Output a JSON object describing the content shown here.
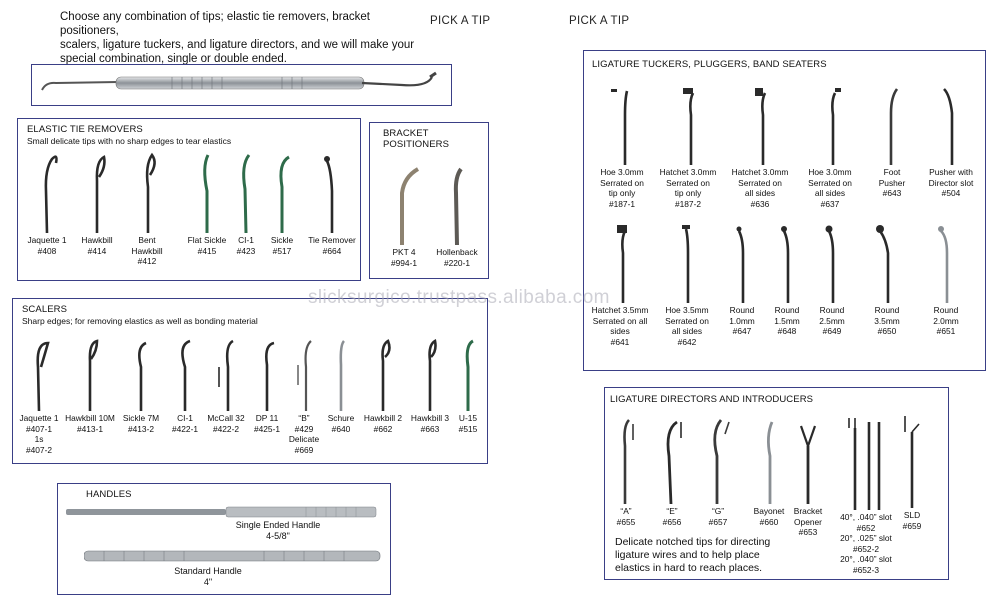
{
  "intro": {
    "lines": [
      "Choose any combination of tips; elastic tie removers, bracket positioners,",
      "scalers, ligature tuckers, and ligature directors,  and we will make your",
      "special combination, single or double ended."
    ]
  },
  "pick_a_tip": [
    "PICK A TIP",
    "PICK A TIP"
  ],
  "watermark": "slicksurgico.trustpass.alibaba.com",
  "elastic": {
    "title": "ELASTIC TIE REMOVERS",
    "subtitle": "Small delicate tips with no sharp edges to tear elastics",
    "items": [
      {
        "name": "Jaquette 1",
        "code": "#408"
      },
      {
        "name": "Hawkbill",
        "code": "#414"
      },
      {
        "name": "Bent",
        "name2": "Hawkbill",
        "code": "#412"
      },
      {
        "name": "Flat Sickle",
        "code": "#415"
      },
      {
        "name": "CI-1",
        "code": "#423"
      },
      {
        "name": "Sickle",
        "code": "#517"
      },
      {
        "name": "Tie Remover",
        "code": "#664"
      }
    ]
  },
  "bracket": {
    "title": "BRACKET POSITIONERS",
    "items": [
      {
        "name": "PKT 4",
        "code": "#994-1"
      },
      {
        "name": "Hollenback",
        "code": "#220-1"
      }
    ]
  },
  "scalers": {
    "title": "SCALERS",
    "subtitle": "Sharp edges; for removing elastics as well as bonding material",
    "items": [
      {
        "l1": "Jaquette 1",
        "l2": "#407-1",
        "l3": "1s",
        "l4": "#407-2"
      },
      {
        "l1": "Hawkbill 10M",
        "l2": "#413-1"
      },
      {
        "l1": "Sickle 7M",
        "l2": "#413-2"
      },
      {
        "l1": "CI-1",
        "l2": "#422-1"
      },
      {
        "l1": "McCall 32",
        "l2": "#422-2"
      },
      {
        "l1": "DP 11",
        "l2": "#425-1"
      },
      {
        "l1": "“B”",
        "l2": "#429",
        "l3": "Delicate",
        "l4": "#669"
      },
      {
        "l1": "Schure",
        "l2": "#640"
      },
      {
        "l1": "Hawkbill 2",
        "l2": "#662"
      },
      {
        "l1": "Hawkbill 3",
        "l2": "#663"
      },
      {
        "l1": "U-15",
        "l2": "#515"
      }
    ]
  },
  "handles": {
    "title": "HANDLES",
    "single": {
      "l1": "Single Ended Handle",
      "l2": "4-5/8\""
    },
    "standard": {
      "l1": "Standard Handle",
      "l2": "4\""
    }
  },
  "tuckers": {
    "title": "LIGATURE TUCKERS, PLUGGERS, BAND SEATERS",
    "row1": [
      {
        "l1": "Hoe 3.0mm",
        "l2": "Serrated on",
        "l3": "tip only",
        "l4": "#187-1"
      },
      {
        "l1": "Hatchet 3.0mm",
        "l2": "Serrated on",
        "l3": "tip only",
        "l4": "#187-2"
      },
      {
        "l1": "Hatchet 3.0mm",
        "l2": "Serrated on",
        "l3": "all sides",
        "l4": "#636"
      },
      {
        "l1": "Hoe 3.0mm",
        "l2": "Serrated on",
        "l3": "all sides",
        "l4": "#637"
      },
      {
        "l1": "Foot",
        "l2": "Pusher",
        "l3": "#643"
      },
      {
        "l1": "Pusher with",
        "l2": "Director slot",
        "l3": "#504"
      }
    ],
    "row2": [
      {
        "l1": "Hatchet 3.5mm",
        "l2": "Serrated on all",
        "l3": "sides",
        "l4": "#641"
      },
      {
        "l1": "Hoe 3.5mm",
        "l2": "Serrated on",
        "l3": "all sides",
        "l4": "#642"
      },
      {
        "l1": "Round",
        "l2": "1.0mm",
        "l3": "#647"
      },
      {
        "l1": "Round",
        "l2": "1.5mm",
        "l3": "#648"
      },
      {
        "l1": "Round",
        "l2": "2.5mm",
        "l3": "#649"
      },
      {
        "l1": "Round",
        "l2": "3.5mm",
        "l3": "#650"
      },
      {
        "l1": "Round",
        "l2": "2.0mm",
        "l3": "#651"
      }
    ]
  },
  "directors": {
    "title": "LIGATURE DIRECTORS AND INTRODUCERS",
    "items": [
      {
        "l1": "“A”",
        "l2": "#655"
      },
      {
        "l1": "“E”",
        "l2": "#656"
      },
      {
        "l1": "“G”",
        "l2": "#657"
      },
      {
        "l1": "Bayonet",
        "l2": "#660"
      },
      {
        "l1": "Bracket",
        "l2": "Opener",
        "l3": "#653"
      }
    ],
    "slots": [
      {
        "l1": "40°, .040” slot",
        "l2": "#652"
      },
      {
        "l1": "20°, .025” slot",
        "l2": "#652-2"
      },
      {
        "l1": "20°, .040” slot",
        "l2": "#652-3"
      }
    ],
    "sld": {
      "l1": "SLD",
      "l2": "#659"
    },
    "note": [
      "Delicate notched tips for directing",
      "ligature wires and to help place",
      "elastics in hard to reach places."
    ]
  },
  "colors": {
    "panel_border": "#3a3f86",
    "steel_dark": "#2a2a2a",
    "steel_light": "#9aa0a6",
    "tip_green": "#2e6b4a"
  }
}
